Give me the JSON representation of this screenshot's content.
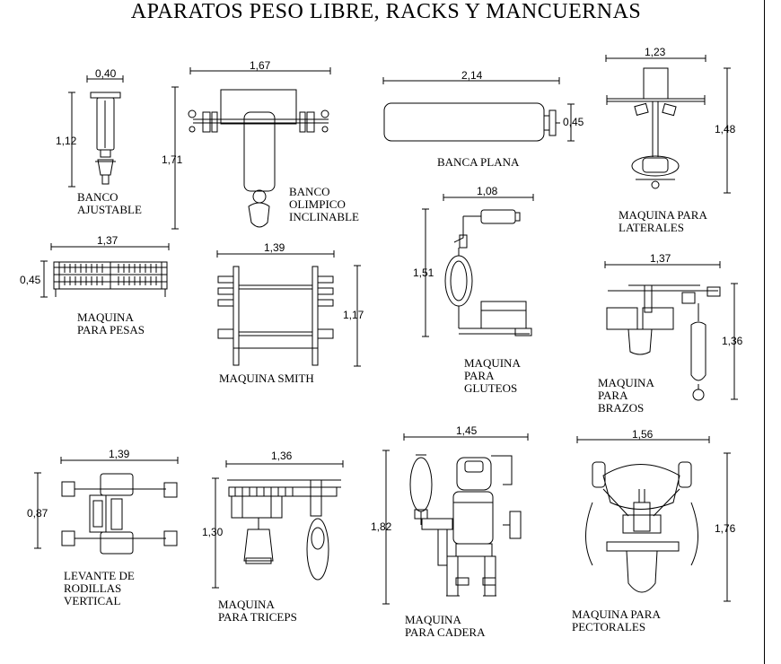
{
  "title": "APARATOS PESO LIBRE, RACKS Y MANCUERNAS",
  "items": {
    "banco_ajustable": {
      "label": "BANCO\nAJUSTABLE",
      "width": "0,40",
      "height": "1,12"
    },
    "banco_olimpico": {
      "label": "BANCO\nOLIMPICO\nINCLINABLE",
      "width": "1,67",
      "height": "1,71"
    },
    "banca_plana": {
      "label": "BANCA PLANA",
      "width": "2,14",
      "height": "0,45"
    },
    "maquina_laterales": {
      "label": "MAQUINA PARA\nLATERALES",
      "width": "1,23",
      "height": "1,48"
    },
    "maquina_pesas": {
      "label": "MAQUINA\nPARA PESAS",
      "width": "1,37",
      "height": "0,45"
    },
    "maquina_smith": {
      "label": "MAQUINA SMITH",
      "width": "1,39",
      "height": "1,17"
    },
    "maquina_gluteos": {
      "label": "MAQUINA\nPARA\nGLUTEOS",
      "width": "1,08",
      "height": "1,51"
    },
    "maquina_brazos": {
      "label": "MAQUINA\nPARA\nBRAZOS",
      "width": "1,37",
      "height": "1,36"
    },
    "levante_rodillas": {
      "label": "LEVANTE DE\nRODILLAS\nVERTICAL",
      "width": "1,39",
      "height": "0,87"
    },
    "maquina_triceps": {
      "label": "MAQUINA\nPARA TRICEPS",
      "width": "1,36",
      "height": "1,30"
    },
    "maquina_cadera": {
      "label": "MAQUINA\nPARA CADERA",
      "width": "1,45",
      "height": "1,82"
    },
    "maquina_pectorales": {
      "label": "MAQUINA PARA\nPECTORALES",
      "width": "1,56",
      "height": "1,76"
    }
  }
}
